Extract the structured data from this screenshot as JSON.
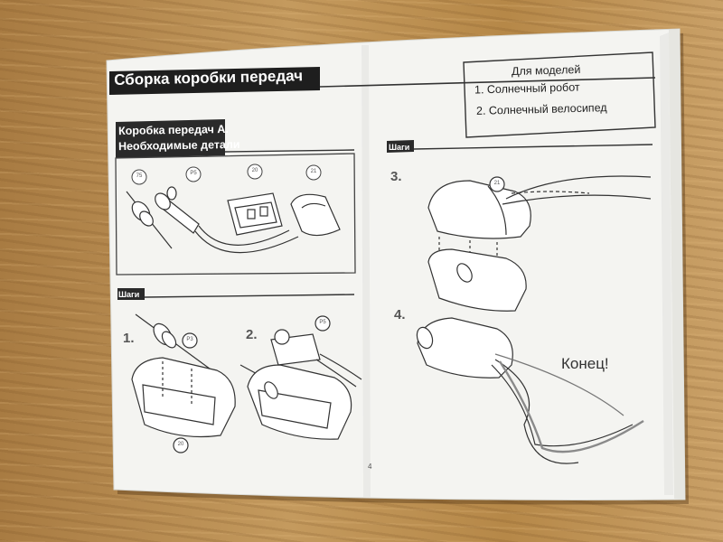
{
  "header": {
    "title": "Сборка коробки передач"
  },
  "models_box": {
    "title": "Для моделей",
    "items": [
      "1. Солнечный робот",
      "2. Солнечный велосипед"
    ]
  },
  "section_a": {
    "title_line1": "Коробка передач  А.",
    "title_line2": "Необходимые детали",
    "part_tags": [
      "75",
      "P5",
      "20",
      "21"
    ]
  },
  "steps": {
    "label_left": "Шаги",
    "label_right": "Шаги",
    "step_numbers": [
      "1.",
      "2.",
      "3.",
      "4."
    ],
    "step1_tags": [
      "P3",
      "20"
    ],
    "step2_tags": [
      "P5"
    ],
    "step3_tags": [
      "21"
    ]
  },
  "end_text": "Конец!",
  "page_number": "4",
  "colors": {
    "table": "#b98a4e",
    "paper": "#f4f4f1",
    "ink": "#2a2a2a",
    "header_bar": "#1e1e1e"
  }
}
